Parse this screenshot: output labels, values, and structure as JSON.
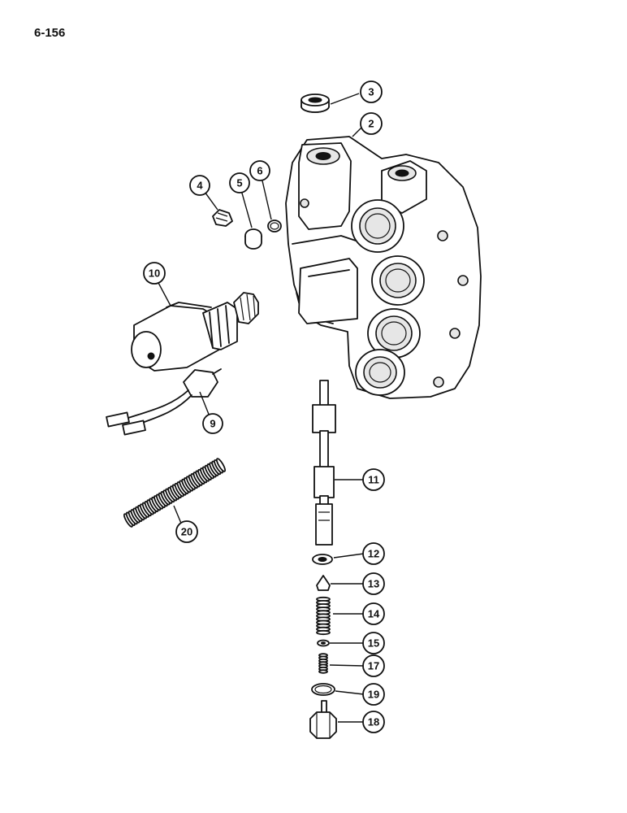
{
  "page_number": "6-156",
  "callouts": [
    {
      "id": "c3",
      "label": "3"
    },
    {
      "id": "c2",
      "label": "2"
    },
    {
      "id": "c4",
      "label": "4"
    },
    {
      "id": "c5",
      "label": "5"
    },
    {
      "id": "c6",
      "label": "6"
    },
    {
      "id": "c10",
      "label": "10"
    },
    {
      "id": "c9",
      "label": "9"
    },
    {
      "id": "c20",
      "label": "20"
    },
    {
      "id": "c11",
      "label": "11"
    },
    {
      "id": "c12",
      "label": "12"
    },
    {
      "id": "c13",
      "label": "13"
    },
    {
      "id": "c14",
      "label": "14"
    },
    {
      "id": "c15",
      "label": "15"
    },
    {
      "id": "c17",
      "label": "17"
    },
    {
      "id": "c19",
      "label": "19"
    },
    {
      "id": "c18",
      "label": "18"
    }
  ]
}
